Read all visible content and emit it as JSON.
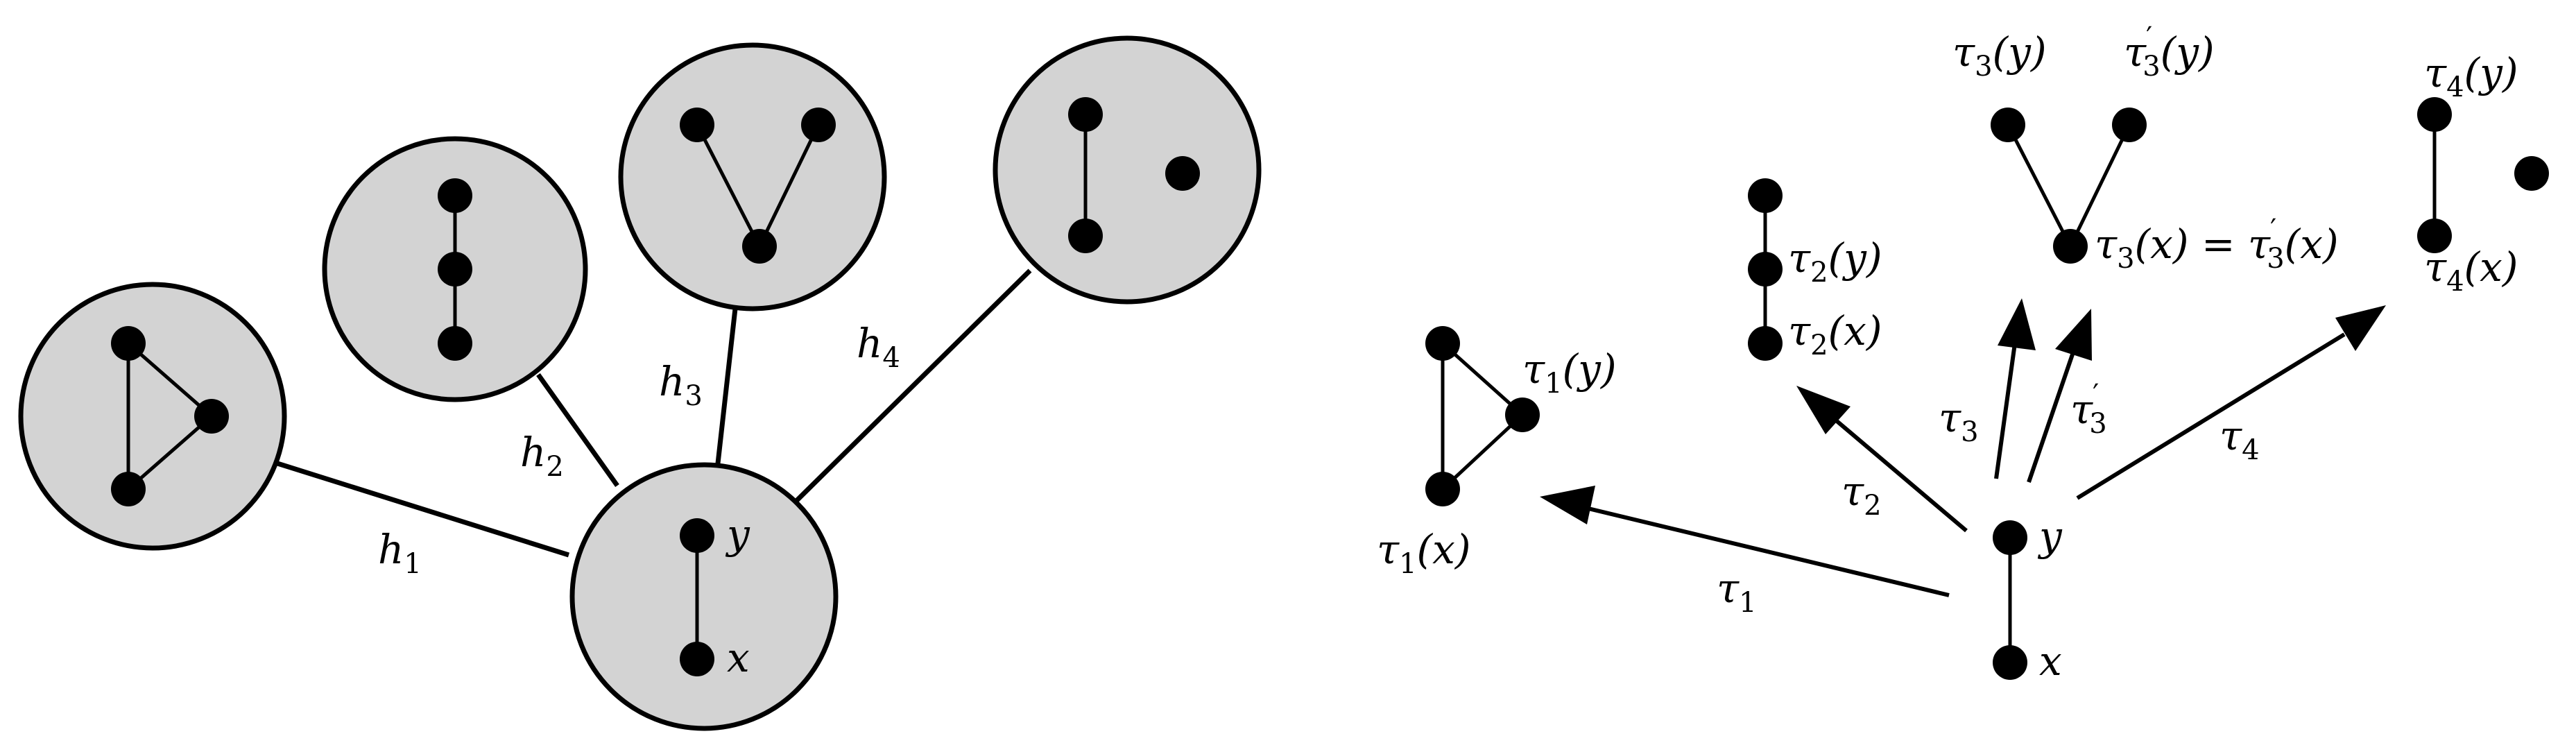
{
  "left": {
    "edge_labels": [
      {
        "id": "h1",
        "base": "h",
        "sub": "1"
      },
      {
        "id": "h2",
        "base": "h",
        "sub": "2"
      },
      {
        "id": "h3",
        "base": "h",
        "sub": "3"
      },
      {
        "id": "h4",
        "base": "h",
        "sub": "4"
      }
    ],
    "vertex_labels": {
      "y": "y",
      "x": "x"
    }
  },
  "right": {
    "arrow_labels": [
      {
        "id": "tau1",
        "base": "τ",
        "sub": "1",
        "prime": ""
      },
      {
        "id": "tau2",
        "base": "τ",
        "sub": "2",
        "prime": ""
      },
      {
        "id": "tau3",
        "base": "τ",
        "sub": "3",
        "prime": ""
      },
      {
        "id": "tau3p",
        "base": "τ",
        "sub": "3",
        "prime": "′"
      },
      {
        "id": "tau4",
        "base": "τ",
        "sub": "4",
        "prime": ""
      }
    ],
    "vertex_labels": {
      "tau1_y": {
        "base": "τ",
        "sub": "1",
        "arg": "(y)"
      },
      "tau1_x": {
        "base": "τ",
        "sub": "1",
        "arg": "(x)"
      },
      "tau2_y": {
        "base": "τ",
        "sub": "2",
        "arg": "(y)"
      },
      "tau2_x": {
        "base": "τ",
        "sub": "2",
        "arg": "(x)"
      },
      "tau3_y": {
        "base": "τ",
        "sub": "3",
        "arg": "(y)"
      },
      "tau3p_y": {
        "base": "τ",
        "sub": "3",
        "prime": "′",
        "arg": "(y)"
      },
      "tau3_x_eq": {
        "text_left": "τ",
        "sub_left": "3",
        "arg_left": "(x)",
        "eq": " = ",
        "text_right": "τ",
        "prime_right": "′",
        "sub_right": "3",
        "arg_right": "(x)"
      },
      "tau4_y": {
        "base": "τ",
        "sub": "4",
        "arg": "(y)"
      },
      "tau4_x": {
        "base": "τ",
        "sub": "4",
        "arg": "(x)"
      },
      "y": "y",
      "x": "x"
    }
  }
}
